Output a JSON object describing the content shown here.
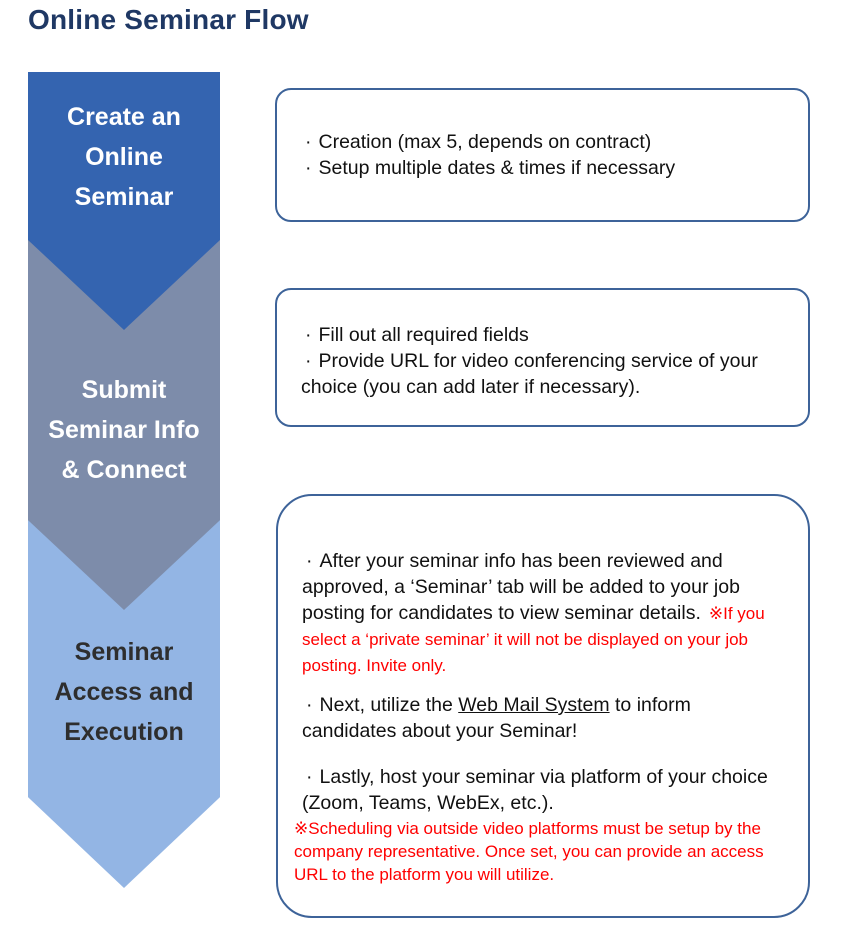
{
  "title": "Online Seminar Flow",
  "chars": {
    "bullet": "·"
  },
  "colors": {
    "title_text": "#1F3864",
    "step1_fill": "#3464B0",
    "step2_fill": "#7D8CAA",
    "step3_fill": "#93B5E4",
    "step_light_text": "#FFFFFF",
    "step_dark_text": "#2E2E2E",
    "box_border": "#3D6399",
    "body_text": "#111111",
    "note_red": "#FF0000"
  },
  "steps": [
    {
      "lines": [
        "Create an",
        "Online",
        "Seminar"
      ]
    },
    {
      "lines": [
        "Submit",
        "Seminar Info",
        "& Connect"
      ]
    },
    {
      "lines": [
        "Seminar",
        "Access and",
        "Execution"
      ]
    }
  ],
  "box1": {
    "items": [
      "Creation (max 5, depends on contract)",
      "Setup multiple dates & times if necessary"
    ]
  },
  "box2": {
    "items": [
      "Fill out all required fields",
      "Provide URL for video conferencing service of your choice (you can add later if necessary)."
    ]
  },
  "box3": {
    "p1_black": "After your seminar info has been reviewed and approved, a ‘Seminar’ tab will be added to your job posting for candidates to view seminar details.",
    "p1_red": "※If you select a ‘private seminar’ it will not be displayed on your job posting. Invite only.",
    "p2_before": "Next, utilize the ",
    "p2_link": "Web Mail System",
    "p2_after": " to inform candidates about your Seminar!",
    "p3_black": "Lastly, host your seminar via platform of your choice (Zoom, Teams, WebEx, etc.).",
    "p3_red": "※Scheduling via outside video platforms must be setup by the company representative. Once set, you can provide an access URL to the platform you will utilize."
  }
}
